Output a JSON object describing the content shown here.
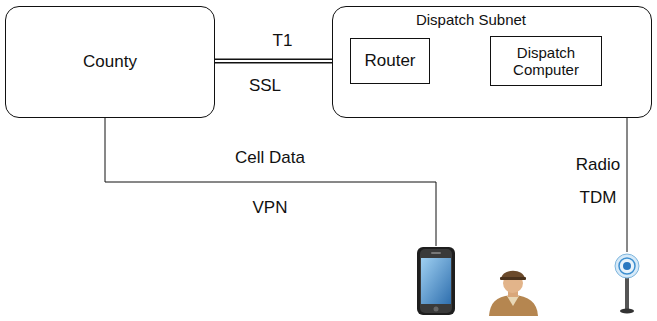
{
  "diagram": {
    "nodes": [
      {
        "text": [
          "County"
        ]
      },
      {
        "text": [
          "Dispatch Subnet"
        ]
      },
      {
        "text": [
          "Router"
        ],
        "in": 1
      },
      {
        "text": [
          "Dispatch Computer"
        ],
        "in": 1
      }
    ],
    "edges": [
      {
        "from": 0,
        "to": 2,
        "arrow": "none",
        "label": "T1"
      },
      {
        "from": 2,
        "to": 3,
        "arrow": "none"
      }
    ],
    "labels": [
      "SSL",
      "Cell Data",
      "VPN",
      "Radio",
      "TDM"
    ]
  }
}
